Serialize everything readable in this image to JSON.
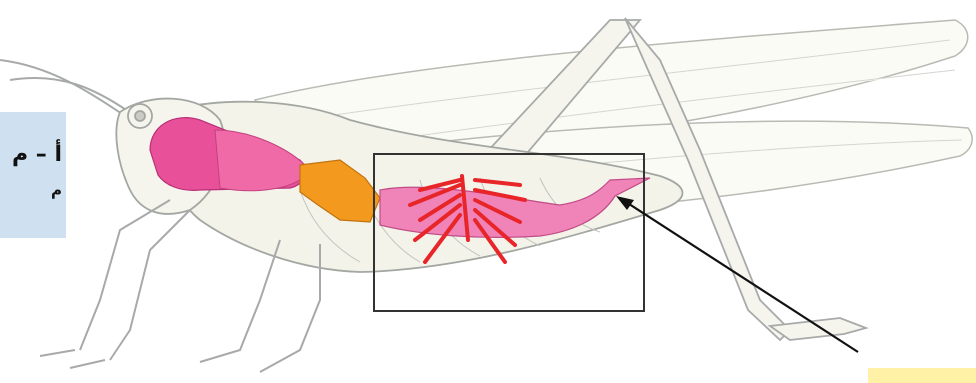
{
  "label_box": {
    "line1": "أ – م",
    "line2": "م"
  },
  "colors": {
    "foregut": "#e8509a",
    "crop": "#f06aa8",
    "gizzard": "#f39a1e",
    "gastric_caeca": "#e8262a",
    "hindgut": "#f084b8",
    "outline": "#9aa0a0",
    "label_box_bg": "#cfe1f0",
    "highlight_box": "#333333",
    "yellow_tab": "#fff2a6"
  },
  "icons": [
    "grasshopper-illustration",
    "digestive-system",
    "pointer-arrow"
  ]
}
